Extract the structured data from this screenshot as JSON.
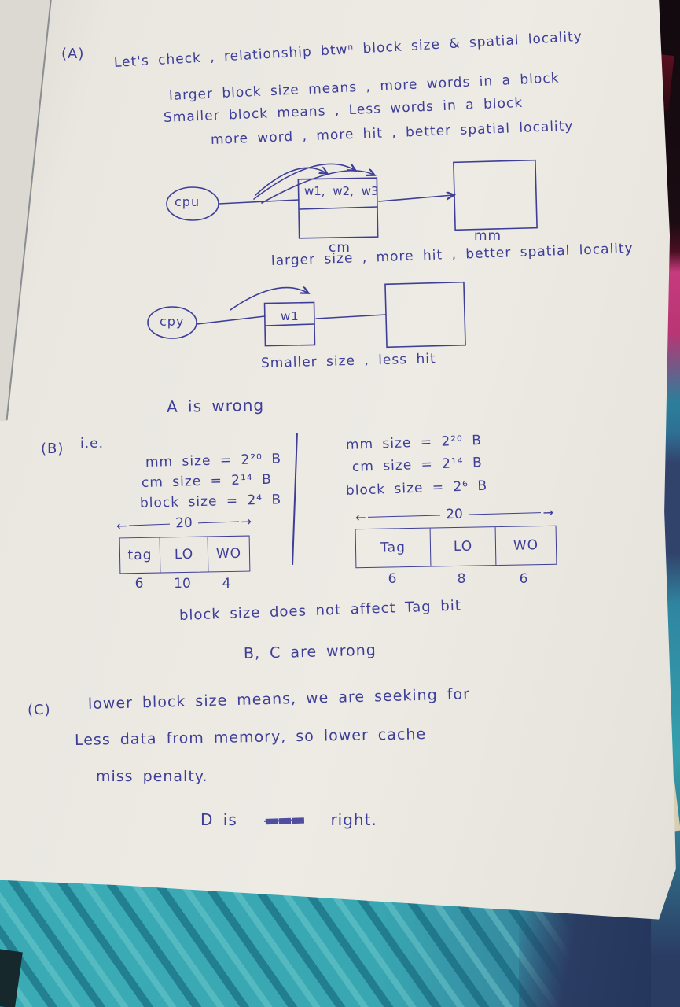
{
  "colors": {
    "ink": "#3e3e99",
    "paper": "#e9e7e0",
    "fabric_teal": "#3aabb5",
    "fabric_navy": "#2b3c63",
    "fabric_pink": "#c63a7e"
  },
  "noteA": {
    "label": "(A)",
    "line1": "Let's check , relationship btwⁿ block size & spatial locality",
    "line2": "larger block size means , more words in a block",
    "line3": "Smaller block means , Less words in a block",
    "line4": "more word , more hit , better spatial locality"
  },
  "diagram1": {
    "cpu": "cpu",
    "words": "w1, w2, w3",
    "cache": "cm",
    "memory": "mm",
    "caption": "larger size , more hit , better spatial locality"
  },
  "diagram2": {
    "cpu": "cpy",
    "word": "w1",
    "caption": "Smaller size , less hit"
  },
  "verdictA": "A is wrong",
  "noteB": {
    "label": "(B)",
    "ie": "i.e.",
    "left": {
      "mm": "mm size = 2²⁰ B",
      "cm": "cm size = 2¹⁴ B",
      "block": "block size = 2⁴ B"
    },
    "right": {
      "mm": "mm size = 2²⁰ B",
      "cm": "cm size = 2¹⁴ B",
      "block": "block size = 2⁶ B"
    },
    "leftTable": {
      "span": "20",
      "cells": [
        "tag",
        "LO",
        "WO"
      ],
      "bits": [
        "6",
        "10",
        "4"
      ]
    },
    "rightTable": {
      "span": "20",
      "cells": [
        "Tag",
        "LO",
        "WO"
      ],
      "bits": [
        "6",
        "8",
        "6"
      ]
    },
    "conclusion1": "block size does not affect Tag bit",
    "conclusion2": "B, C  are wrong"
  },
  "noteC": {
    "label": "(C)",
    "line1": "lower block size means, we are seeking for",
    "line2": "Less data from memory, so lower cache",
    "line3": "miss penalty."
  },
  "verdictD": {
    "prefix": "D is",
    "scratched": "▬▬▬",
    "suffix": "right."
  }
}
